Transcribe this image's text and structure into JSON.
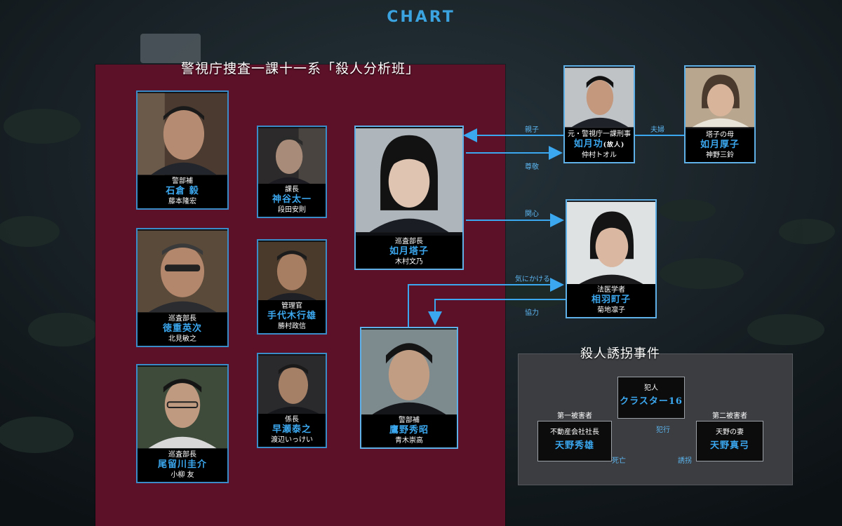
{
  "header": {
    "title": "CHART"
  },
  "team": {
    "title": "警視庁捜査一課十一系「殺人分析班」",
    "members": {
      "ishikura": {
        "role": "警部補",
        "name": "石倉 毅",
        "actor": "藤本隆宏"
      },
      "kamiya": {
        "role": "課長",
        "name": "神谷太一",
        "actor": "段田安則"
      },
      "tokushige": {
        "role": "巡査部長",
        "name": "徳重英次",
        "actor": "北見敏之"
      },
      "teshirogi": {
        "role": "管理官",
        "name": "手代木行雄",
        "actor": "勝村政信"
      },
      "otomegawa": {
        "role": "巡査部長",
        "name": "尾留川圭介",
        "actor": "小柳 友"
      },
      "hayase": {
        "role": "係長",
        "name": "早瀬泰之",
        "actor": "渡辺いっけい"
      },
      "toko": {
        "role": "巡査部長",
        "name": "如月塔子",
        "actor": "木村文乃"
      },
      "takano": {
        "role": "警部補",
        "name": "鷹野秀昭",
        "actor": "青木崇高"
      }
    }
  },
  "others": {
    "isao": {
      "role": "元・警視庁一課刑事",
      "name": "如月功",
      "name_note": "(故人)",
      "actor": "仲村トオル"
    },
    "atsuko": {
      "role": "塔子の母",
      "name": "如月厚子",
      "actor": "神野三鈴"
    },
    "aiba": {
      "role": "法医学者",
      "name": "相羽町子",
      "actor": "菊地凛子"
    }
  },
  "relations": {
    "oyako": "親子",
    "sonkei": "尊敬",
    "fuufu": "夫婦",
    "kanshin": "関心",
    "kinikakeru": "気にかける",
    "kyouryoku": "協力"
  },
  "case": {
    "title": "殺人誘拐事件",
    "culprit": {
      "role": "犯人",
      "name": "クラスター16"
    },
    "victim1": {
      "label": "第一被害者",
      "role": "不動産会社社長",
      "name": "天野秀雄"
    },
    "victim2": {
      "label": "第二被害者",
      "role": "天野の妻",
      "name": "天野真弓"
    },
    "rel_hankou": "犯行",
    "rel_shibou": "死亡",
    "rel_yuukai": "誘拐"
  },
  "colors": {
    "accent_blue": "#3ba7ee",
    "panel_maroon": "#5d1128",
    "background": "#121a1f",
    "case_panel": "#3b3d40"
  }
}
